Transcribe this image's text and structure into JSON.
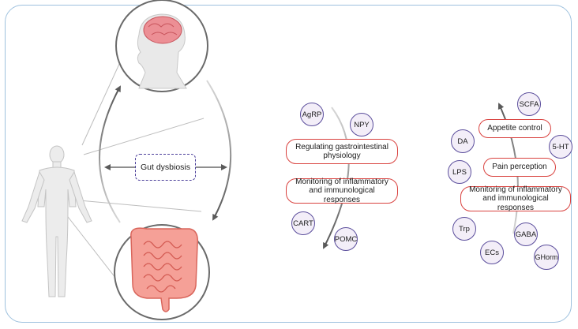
{
  "center": {
    "label": "Gut dysbiosis"
  },
  "middle_panel": {
    "processes": [
      "Regulating gastrointestinal physiology",
      "Monitoring of inflammatory and immunological responses"
    ],
    "mediators": [
      "AgRP",
      "NPY",
      "CART",
      "POMC"
    ]
  },
  "right_panel": {
    "processes": [
      "Appetite control",
      "Pain perception",
      "Monitoring of inflammatory and immunological responses"
    ],
    "mediators": [
      "SCFA",
      "DA",
      "5-HT",
      "LPS",
      "Trp",
      "GABA",
      "ECs",
      "GHorm"
    ]
  },
  "colors": {
    "frame": "#9ec1de",
    "process_border": "#d9423f",
    "mediator_border": "#5b4e9c",
    "mediator_fill": "#f3eef8",
    "arrow": "#5a5a5a",
    "brain": "#e98a91",
    "gut": "#f08f87"
  },
  "icons": [
    "human-body-icon",
    "human-head-brain-icon",
    "intestine-icon"
  ]
}
